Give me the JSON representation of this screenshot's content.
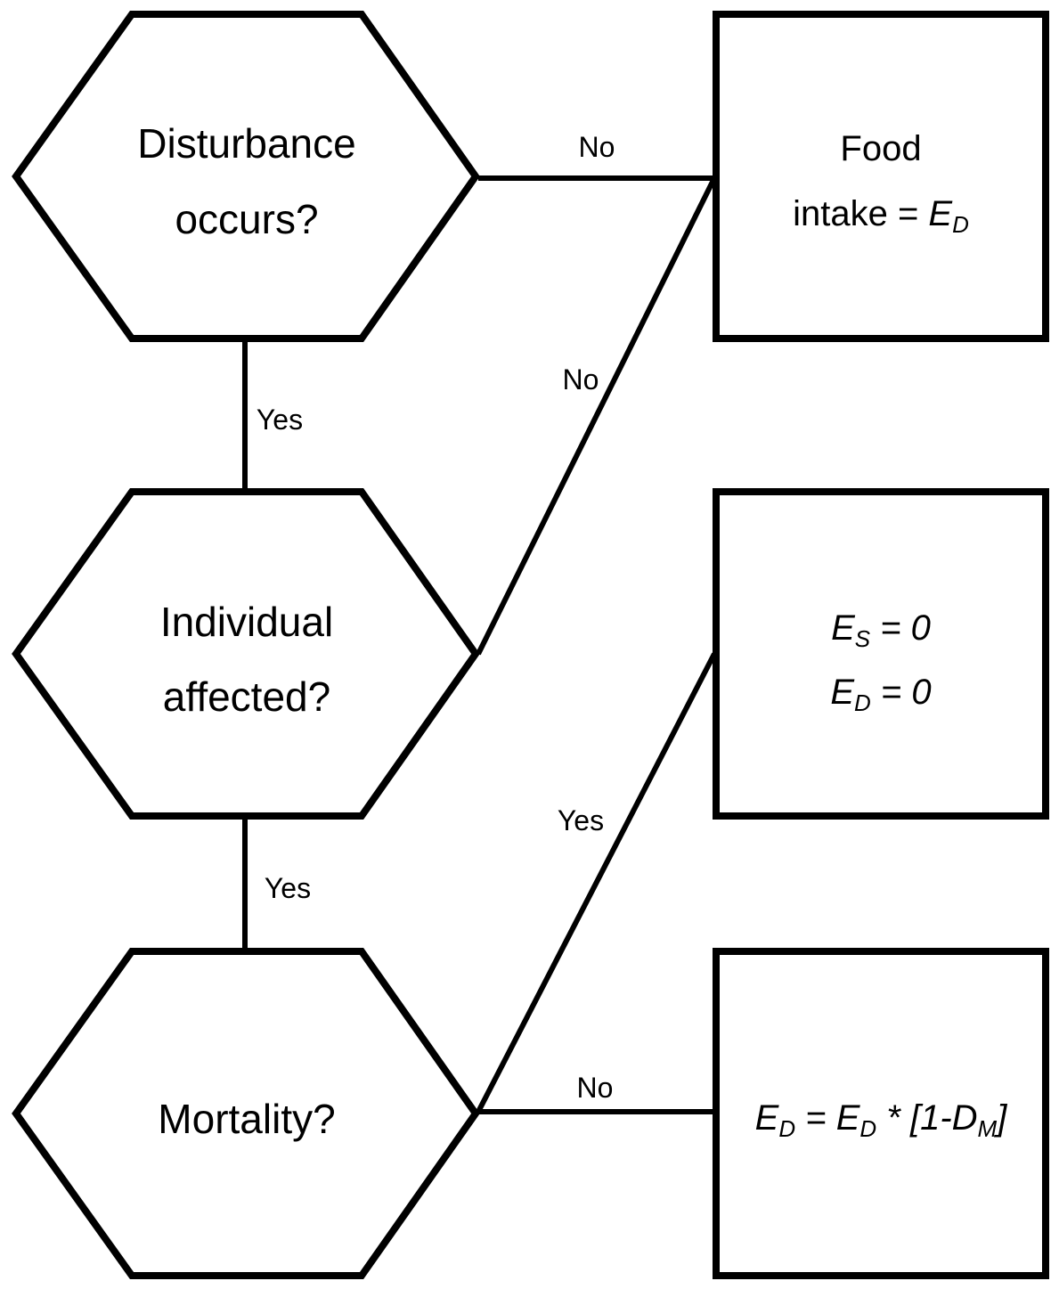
{
  "diagram": {
    "decisions": {
      "disturbance": {
        "line1": "Disturbance",
        "line2": "occurs?"
      },
      "individual": {
        "line1": "Individual",
        "line2": "affected?"
      },
      "mortality": {
        "line1": "Mortality?"
      }
    },
    "outcomes": {
      "food_intake": {
        "line1": "Food",
        "line2_text": "intake = ",
        "line2_var": "E",
        "line2_sub": "D"
      },
      "zero_energy": {
        "es_var": "E",
        "es_sub": "S",
        "es_rest": " = 0",
        "ed_var": "E",
        "ed_sub": "D",
        "ed_rest": " = 0"
      },
      "reduced_intake": {
        "v1": "E",
        "s1": "D",
        "mid": " = ",
        "v2": "E",
        "s2": "D",
        "op": " * [1-",
        "v3": "D",
        "s3": "M",
        "close": "]"
      }
    },
    "edge_labels": {
      "disturbance_no": "No",
      "disturbance_yes": "Yes",
      "individual_no": "No",
      "individual_yes": "Yes",
      "mortality_yes": "Yes",
      "mortality_no": "No"
    }
  }
}
